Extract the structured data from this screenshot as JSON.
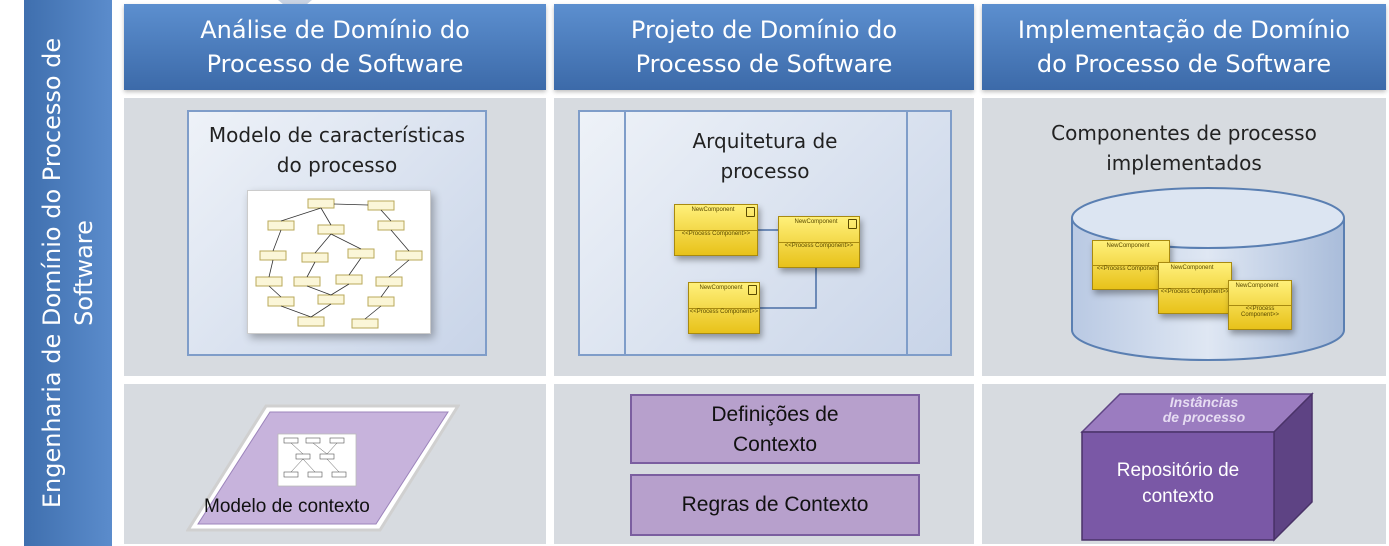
{
  "side_label": "Engenharia de Domínio do Processo de Software",
  "columns": [
    {
      "header": [
        "Análise de Domínio do",
        "Processo de Software"
      ]
    },
    {
      "header": [
        "Projeto de Domínio do",
        "Processo de Software"
      ]
    },
    {
      "header": [
        "Implementação de Domínio",
        "do Processo de Software"
      ]
    }
  ],
  "analysis": {
    "panel_title": [
      "Modelo de características",
      "do processo"
    ],
    "context_label": "Modelo de contexto"
  },
  "design": {
    "panel_title": [
      "Arquitetura de",
      "processo"
    ],
    "components": [
      {
        "label": "NewComponent",
        "stereo": "<<Process Component>>"
      },
      {
        "label": "NewComponent",
        "stereo": "<<Process Component>>"
      },
      {
        "label": "NewComponent",
        "stereo": "<<Process Component>>"
      }
    ],
    "definitions_label": [
      "Definições de",
      "Contexto"
    ],
    "rules_label": "Regras de Contexto"
  },
  "implementation": {
    "panel_title": [
      "Componentes de processo",
      "implementados"
    ],
    "components": [
      {
        "label": "NewComponent",
        "stereo": "<<Process Component>>"
      },
      {
        "label": "NewComponent",
        "stereo": "<<Process Component>>"
      },
      {
        "label": "NewComponent",
        "stereo": "<<Process Component>>"
      }
    ],
    "cube_top_label": [
      "Instâncias",
      "de processo"
    ],
    "cube_front_label": [
      "Repositório de",
      "contexto"
    ]
  },
  "colors": {
    "header_blue": "#4a7bbd",
    "cell_grey": "#d7dbe0",
    "purple": "#b7a0cc",
    "component_yellow": "#f2d63a"
  }
}
